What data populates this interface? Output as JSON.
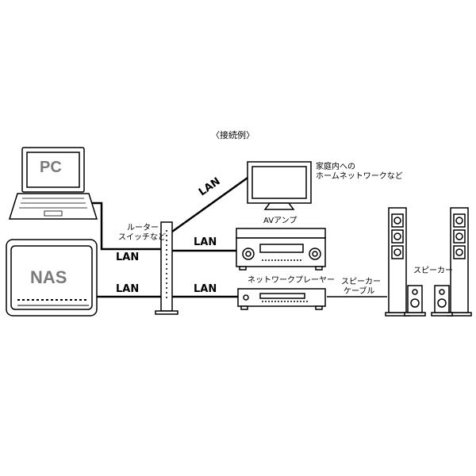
{
  "title": "〈接続例〉",
  "devices": {
    "pc": "PC",
    "nas": "NAS",
    "router": [
      "ルーター",
      "スイッチなど"
    ],
    "home_network": [
      "家庭内への",
      "ホームネットワークなど"
    ],
    "av_amp": "AVアンプ",
    "network_player": "ネットワークプレーヤー",
    "speaker_cable": [
      "スピーカー",
      "ケーブル"
    ],
    "speaker": "スピーカー"
  },
  "cables": {
    "lan_pc": "LAN",
    "lan_nas": "LAN",
    "lan_tv": "LAN",
    "lan_amp": "LAN",
    "lan_player": "LAN"
  }
}
